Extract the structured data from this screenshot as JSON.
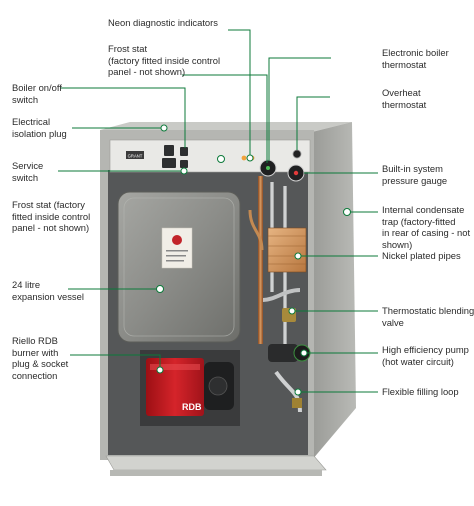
{
  "labels": {
    "neon": "Neon diagnostic indicators",
    "frost_top": "Frost stat\n(factory fitted inside control\npanel - not shown)",
    "boiler_switch": "Boiler on/off\nswitch",
    "isolation_plug": "Electrical\nisolation plug",
    "service_switch": "Service\nswitch",
    "frost_left": "Frost stat (factory\nfitted inside control\npanel - not shown)",
    "expansion_vessel": "24 litre\nexpansion vessel",
    "burner": "Riello RDB\nburner with\nplug & socket\nconnection",
    "electronic_thermostat": "Electronic boiler\nthermostat",
    "overheat_thermostat": "Overheat\nthermostat",
    "pressure_gauge": "Built-in system\npressure gauge",
    "condensate_trap": "Internal condensate\ntrap (factory-fitted\nin rear of casing - not\nshown)",
    "nickel_pipes": "Nickel plated pipes",
    "blending_valve": "Thermostatic blending\nvalve",
    "pump": "High efficiency pump\n(hot water circuit)",
    "filling_loop": "Flexible filling loop"
  },
  "product_text": {
    "burner_brand": "RDB",
    "control_brand": "GRANT"
  },
  "colors": {
    "leader": "#0c7a3a",
    "casing": "#a9aaa6",
    "vessel": "#8e8f8b",
    "burner": "#c8191e"
  }
}
